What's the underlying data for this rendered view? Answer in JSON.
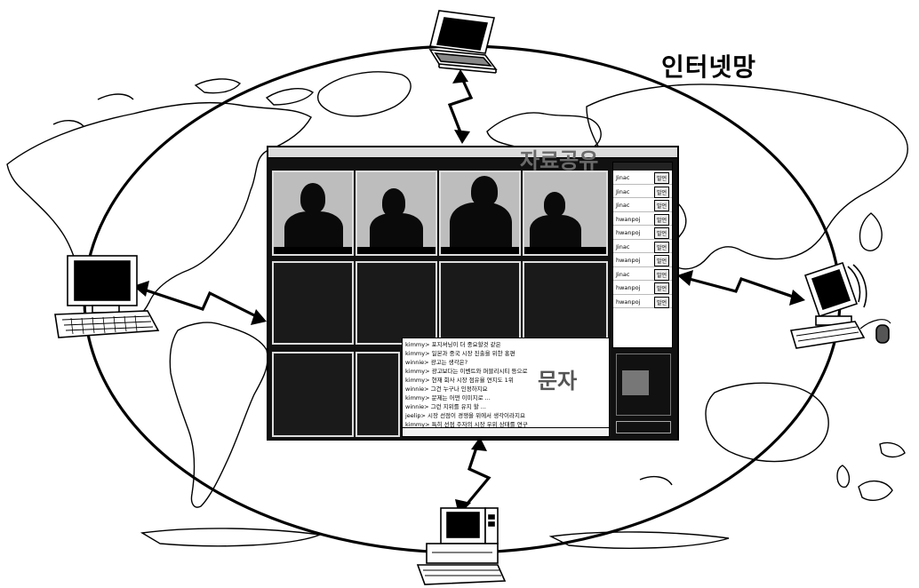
{
  "network_label": "인터넷망",
  "conference": {
    "window_title_text": "",
    "overlay_title": "자료공유",
    "chat_overlay": "문자",
    "video_captions": [
      "",
      "",
      "",
      ""
    ],
    "participants": [
      {
        "name": "Jinac",
        "button": "발언"
      },
      {
        "name": "Jinac",
        "button": "발언"
      },
      {
        "name": "Jinac",
        "button": "발언"
      },
      {
        "name": "hwanpoj",
        "button": "발언"
      },
      {
        "name": "hwanpoj",
        "button": "발언"
      },
      {
        "name": "Jinac",
        "button": "발언"
      },
      {
        "name": "hwanpoj",
        "button": "발언"
      },
      {
        "name": "Jinac",
        "button": "발언"
      },
      {
        "name": "hwanpoj",
        "button": "발언"
      },
      {
        "name": "hwanpoj",
        "button": "발언"
      }
    ],
    "side_panel_text": "",
    "side_button": "",
    "chat_lines": [
      "kimmy> 포지셔닝이 더 중요할것 같은",
      "kimmy> 일본과 중국 시장 진출을 위한 홍편",
      "winnie> 광고는 생각은?",
      "kimmy> 광고보다는 이벤트와 퍼블리시티 등으로",
      "kimmy> 현재 회사 시장 점유율 연지도 1위",
      "winnie> 그건 누구나 인정하지요",
      "kimmy> 문제는 어떤 이미지로 ...",
      "winnie> 그런 지위를 유지 할 ...",
      "jeelip> 시장 선점이 경쟁을 위에서 생각이라지요",
      "kimmy> 특히 선점 주자의 시장 우위 상태를 연구"
    ]
  }
}
